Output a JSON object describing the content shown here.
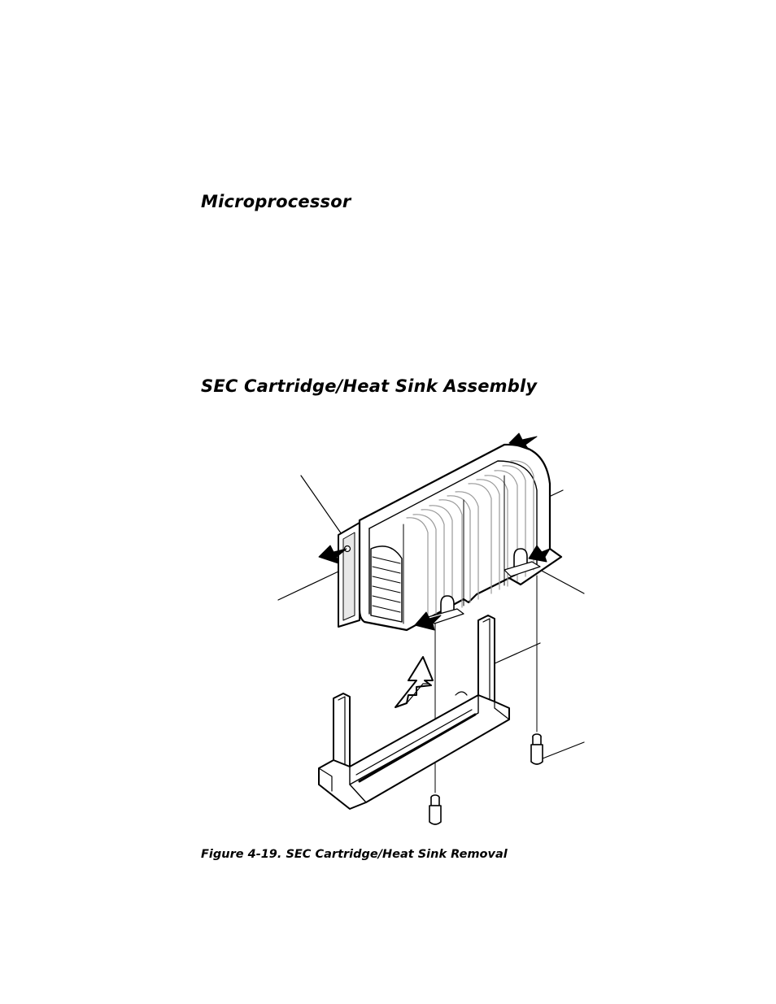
{
  "section": {
    "title": "Microprocessor"
  },
  "subsection": {
    "title": "SEC Cartridge/Heat Sink Assembly"
  },
  "figure": {
    "caption": "Figure 4-19.  SEC Cartridge/Heat Sink Removal"
  }
}
